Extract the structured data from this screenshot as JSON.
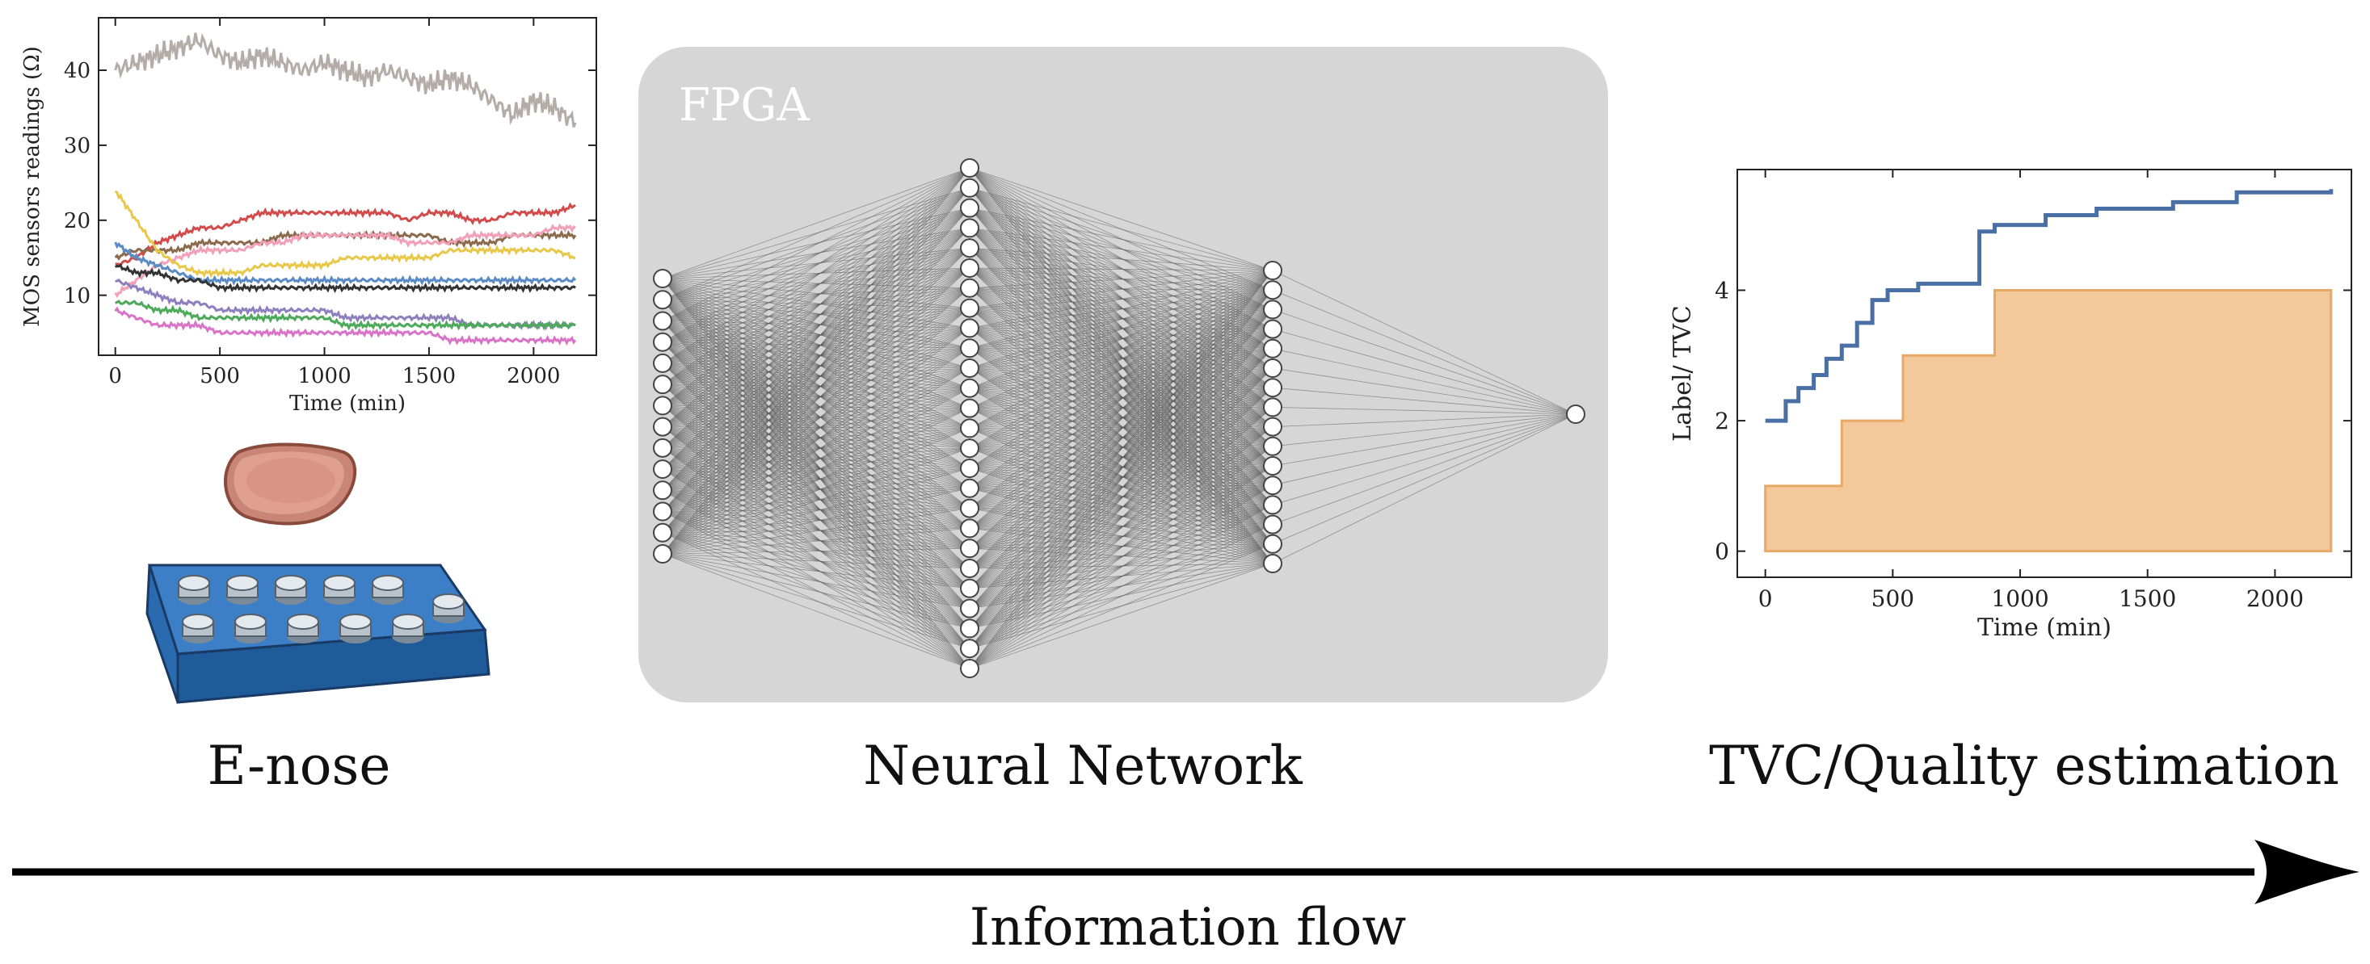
{
  "stages": {
    "enose": "E-nose",
    "network": "Neural Network",
    "estimation": "TVC/Quality estimation"
  },
  "fpga_label": "FPGA",
  "flow_label": "Information flow",
  "network": {
    "layer_sizes": [
      14,
      26,
      16,
      1
    ]
  },
  "colors": {
    "fpga_box": "#d6d6d6",
    "tvc_line": "#4a6fa5",
    "label_fill": "#f3c89a",
    "label_edge": "#e8a866",
    "tray": "#2e6fb5"
  },
  "chart_data": [
    {
      "type": "line",
      "ylabel": "MOS sensors readings (Ω)",
      "xlabel": "Time (min)",
      "xlim": [
        -80,
        2300
      ],
      "ylim": [
        2,
        47
      ],
      "xticks": [
        0,
        500,
        1000,
        1500,
        2000
      ],
      "yticks": [
        10,
        20,
        30,
        40
      ],
      "x": [
        0,
        100,
        200,
        300,
        400,
        500,
        600,
        700,
        800,
        900,
        1000,
        1100,
        1200,
        1300,
        1400,
        1500,
        1600,
        1700,
        1800,
        1900,
        2000,
        2100,
        2200
      ],
      "series": [
        {
          "color": "#b4aca8",
          "values": [
            40,
            41,
            42,
            43,
            44,
            42,
            41,
            42,
            41,
            40,
            41,
            40,
            39,
            40,
            39,
            38,
            39,
            38,
            36,
            34,
            36,
            35,
            33
          ]
        },
        {
          "color": "#d24b4b",
          "values": [
            14,
            15,
            17,
            18,
            19,
            19,
            20,
            21,
            21,
            21,
            21,
            21,
            21,
            21,
            20,
            21,
            21,
            20,
            20,
            21,
            21,
            21,
            22
          ]
        },
        {
          "color": "#8b6a4e",
          "values": [
            15,
            16,
            16,
            16,
            17,
            17,
            17,
            17,
            18,
            18,
            18,
            18,
            18,
            18,
            18,
            18,
            17,
            17,
            17,
            18,
            18,
            18,
            18
          ]
        },
        {
          "color": "#f2a0b8",
          "values": [
            10,
            12,
            14,
            15,
            16,
            16,
            16,
            17,
            17,
            18,
            18,
            18,
            18,
            18,
            17,
            17,
            17,
            18,
            18,
            18,
            18,
            19,
            19
          ]
        },
        {
          "color": "#e8c84a",
          "values": [
            24,
            20,
            16,
            14,
            13,
            13,
            13,
            14,
            14,
            14,
            14,
            15,
            15,
            15,
            15,
            15,
            16,
            16,
            16,
            16,
            16,
            16,
            15
          ]
        },
        {
          "color": "#5a8bc4",
          "values": [
            17,
            15,
            14,
            13,
            12,
            12,
            12,
            12,
            12,
            12,
            12,
            12,
            12,
            12,
            12,
            12,
            12,
            12,
            12,
            12,
            12,
            12,
            12
          ]
        },
        {
          "color": "#333333",
          "values": [
            14,
            13,
            13,
            12,
            12,
            11,
            11,
            11,
            11,
            11,
            11,
            11,
            11,
            11,
            11,
            11,
            11,
            11,
            11,
            11,
            11,
            11,
            11
          ]
        },
        {
          "color": "#8e7fbf",
          "values": [
            12,
            11,
            10,
            9,
            9,
            8,
            8,
            8,
            8,
            8,
            8,
            7,
            7,
            7,
            7,
            7,
            7,
            6,
            6,
            6,
            6,
            6,
            6
          ]
        },
        {
          "color": "#4caa5a",
          "values": [
            9,
            9,
            8,
            8,
            7,
            7,
            7,
            7,
            7,
            7,
            7,
            6,
            6,
            6,
            6,
            6,
            6,
            6,
            6,
            6,
            6,
            6,
            6
          ]
        },
        {
          "color": "#d873c8",
          "values": [
            8,
            7,
            6,
            6,
            6,
            5,
            5,
            5,
            5,
            5,
            5,
            5,
            5,
            5,
            5,
            5,
            4,
            4,
            4,
            4,
            4,
            4,
            4
          ]
        }
      ]
    },
    {
      "type": "line",
      "ylabel": "Label/ TVC",
      "xlabel": "Time (min)",
      "xlim": [
        -110,
        2300
      ],
      "ylim": [
        -0.4,
        5.85
      ],
      "xticks": [
        0,
        500,
        1000,
        1500,
        2000
      ],
      "yticks": [
        0,
        2,
        4
      ],
      "series": [
        {
          "kind": "step-line",
          "color": "#4a6fa5",
          "x": [
            0,
            80,
            130,
            190,
            240,
            300,
            360,
            420,
            480,
            600,
            840,
            900,
            1100,
            1300,
            1600,
            1850,
            2220
          ],
          "y": [
            2.0,
            2.3,
            2.5,
            2.7,
            2.95,
            3.15,
            3.5,
            3.85,
            4.0,
            4.1,
            4.9,
            5.0,
            5.15,
            5.25,
            5.35,
            5.5,
            5.55
          ]
        },
        {
          "kind": "step-area",
          "color": "#f3c89a",
          "x": [
            0,
            300,
            540,
            900,
            2220
          ],
          "y": [
            1,
            2,
            3,
            4,
            4
          ]
        }
      ]
    }
  ]
}
